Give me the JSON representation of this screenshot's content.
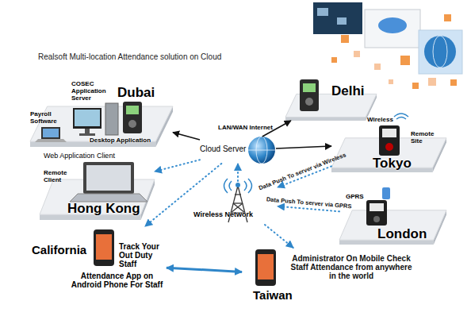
{
  "diagram": {
    "title": "Realsoft Multi-location Attendance solution on Cloud",
    "nodes": [
      {
        "text": [
          "Dubai",
          "COSEC Application Server",
          "Payroll Software",
          "Desktop Application"
        ]
      },
      {
        "text": [
          "Delhi"
        ]
      },
      {
        "text": [
          "Cloud Server"
        ]
      },
      {
        "text": [
          "Web Application Client",
          "Remote Client",
          "Hong Kong"
        ]
      },
      {
        "text": [
          "Wireless",
          "Remote Site",
          "Tokyo"
        ]
      },
      {
        "text": [
          "Wireless Network"
        ]
      },
      {
        "text": [
          "GPRS",
          "London"
        ]
      },
      {
        "text": [
          "California",
          "Track Your Out Duty Staff",
          "Attendance App on Android Phone For Staff"
        ]
      },
      {
        "text": [
          "Administrator On Mobile Check Staff Attendance from anywhere in the world",
          "Taiwan"
        ]
      }
    ],
    "edges": [
      {
        "from": 2,
        "to": 0,
        "arrow": "to"
      },
      {
        "from": 2,
        "to": 1,
        "arrow": "to"
      },
      {
        "from": 2,
        "to": 4,
        "arrow": "to"
      },
      {
        "from": 2,
        "to": 3,
        "arrow": "to"
      },
      {
        "from": 2,
        "to": 7,
        "arrow": "to"
      },
      {
        "from": 4,
        "to": 5,
        "label": "Data Push To server via Wireless",
        "arrow": "to"
      },
      {
        "from": 6,
        "to": 5,
        "label": "Data Push To server via GPRS",
        "arrow": "to"
      },
      {
        "from": 5,
        "to": 2,
        "arrow": "to"
      },
      {
        "from": 5,
        "to": 8,
        "arrow": "to"
      },
      {
        "from": 7,
        "to": 8,
        "arrow": "both"
      }
    ],
    "labels": [
      "LAN/WAN Internet"
    ]
  }
}
